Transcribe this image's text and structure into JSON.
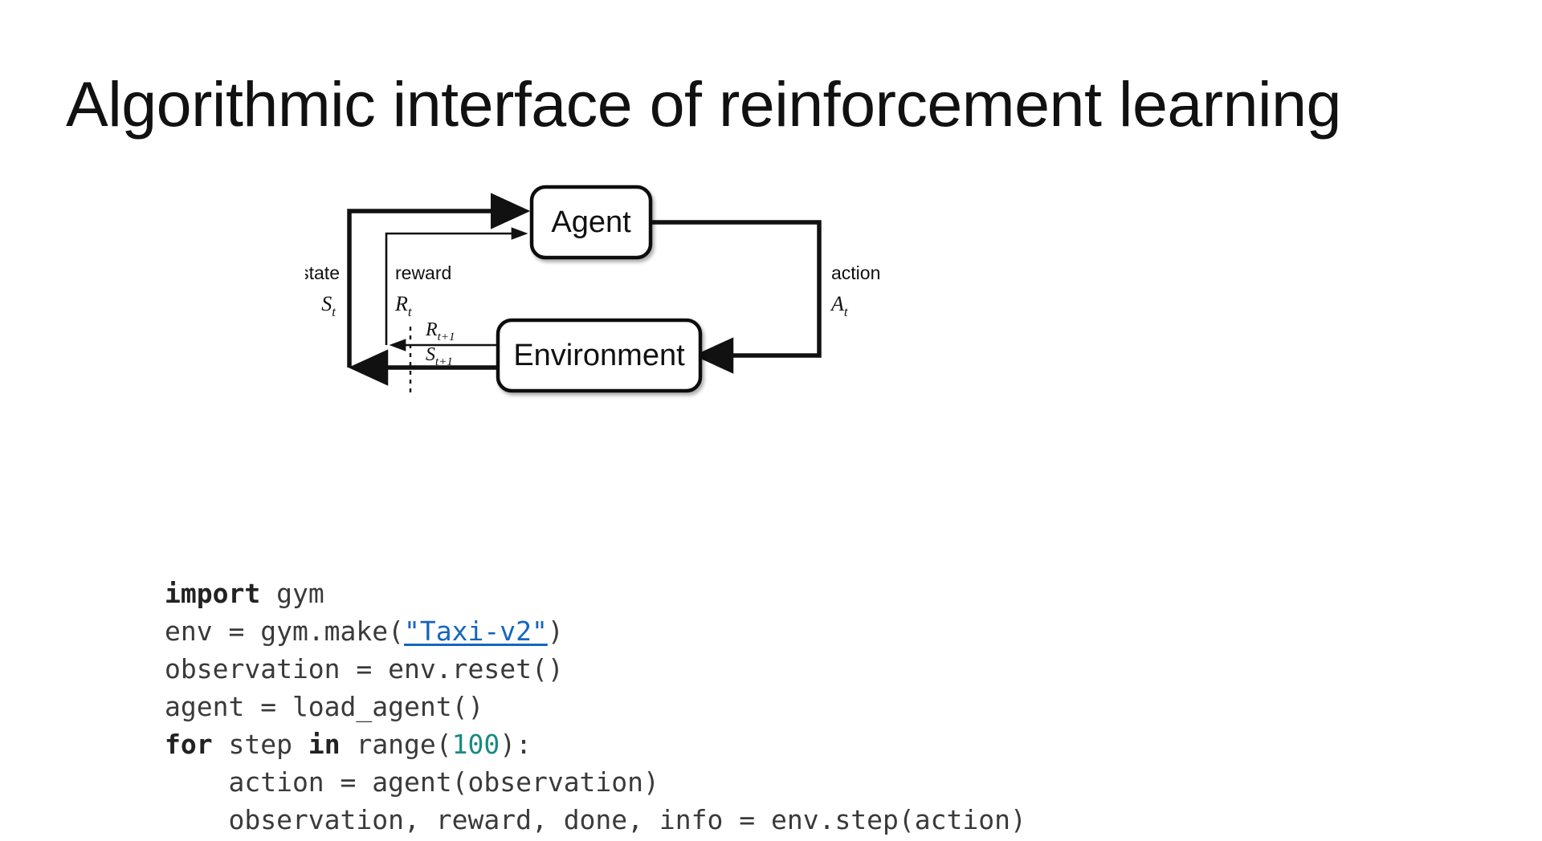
{
  "slide": {
    "title": "Algorithmic interface of reinforcement learning",
    "background_color": "#ffffff",
    "text_color": "#111111"
  },
  "diagram": {
    "name": "agent-environment-interaction-loop",
    "nodes": [
      {
        "id": "agent",
        "label": "Agent"
      },
      {
        "id": "environment",
        "label": "Environment"
      }
    ],
    "edge_labels": [
      {
        "id": "state",
        "label": "state",
        "symbol": "S",
        "subscript": "t"
      },
      {
        "id": "reward",
        "label": "reward",
        "symbol": "R",
        "subscript": "t"
      },
      {
        "id": "action",
        "label": "action",
        "symbol": "A",
        "subscript": "t"
      }
    ],
    "transition_labels": [
      {
        "id": "reward-next",
        "symbol": "R",
        "subscript": "t+1"
      },
      {
        "id": "state-next",
        "symbol": "S",
        "subscript": "t+1"
      }
    ],
    "stroke_color": "#111111",
    "node_fill": "#ffffff"
  },
  "code": {
    "language": "python",
    "link_color": "#1565c0",
    "number_color": "#1b8a83",
    "text_color": "#3a3a3a",
    "lines": [
      {
        "id": "line-1",
        "tokens": [
          {
            "t": "import",
            "k": "kw"
          },
          {
            "t": " gym",
            "k": "plain"
          }
        ]
      },
      {
        "id": "line-2",
        "tokens": [
          {
            "t": "env = gym.make(",
            "k": "plain"
          },
          {
            "t": "\"Taxi-v2\"",
            "k": "link"
          },
          {
            "t": ")",
            "k": "plain"
          }
        ]
      },
      {
        "id": "line-3",
        "tokens": [
          {
            "t": "observation = env.reset()",
            "k": "plain"
          }
        ]
      },
      {
        "id": "line-4",
        "tokens": [
          {
            "t": "agent = load_agent()",
            "k": "plain"
          }
        ]
      },
      {
        "id": "line-5",
        "tokens": [
          {
            "t": "for",
            "k": "kw"
          },
          {
            "t": " step ",
            "k": "plain"
          },
          {
            "t": "in",
            "k": "kw"
          },
          {
            "t": " range(",
            "k": "plain"
          },
          {
            "t": "100",
            "k": "num"
          },
          {
            "t": "):",
            "k": "plain"
          }
        ]
      },
      {
        "id": "line-6",
        "tokens": [
          {
            "t": "    action = agent(observation)",
            "k": "plain"
          }
        ]
      },
      {
        "id": "line-7",
        "tokens": [
          {
            "t": "    observation, reward, done, info = env.step(action)",
            "k": "plain"
          }
        ]
      }
    ]
  }
}
